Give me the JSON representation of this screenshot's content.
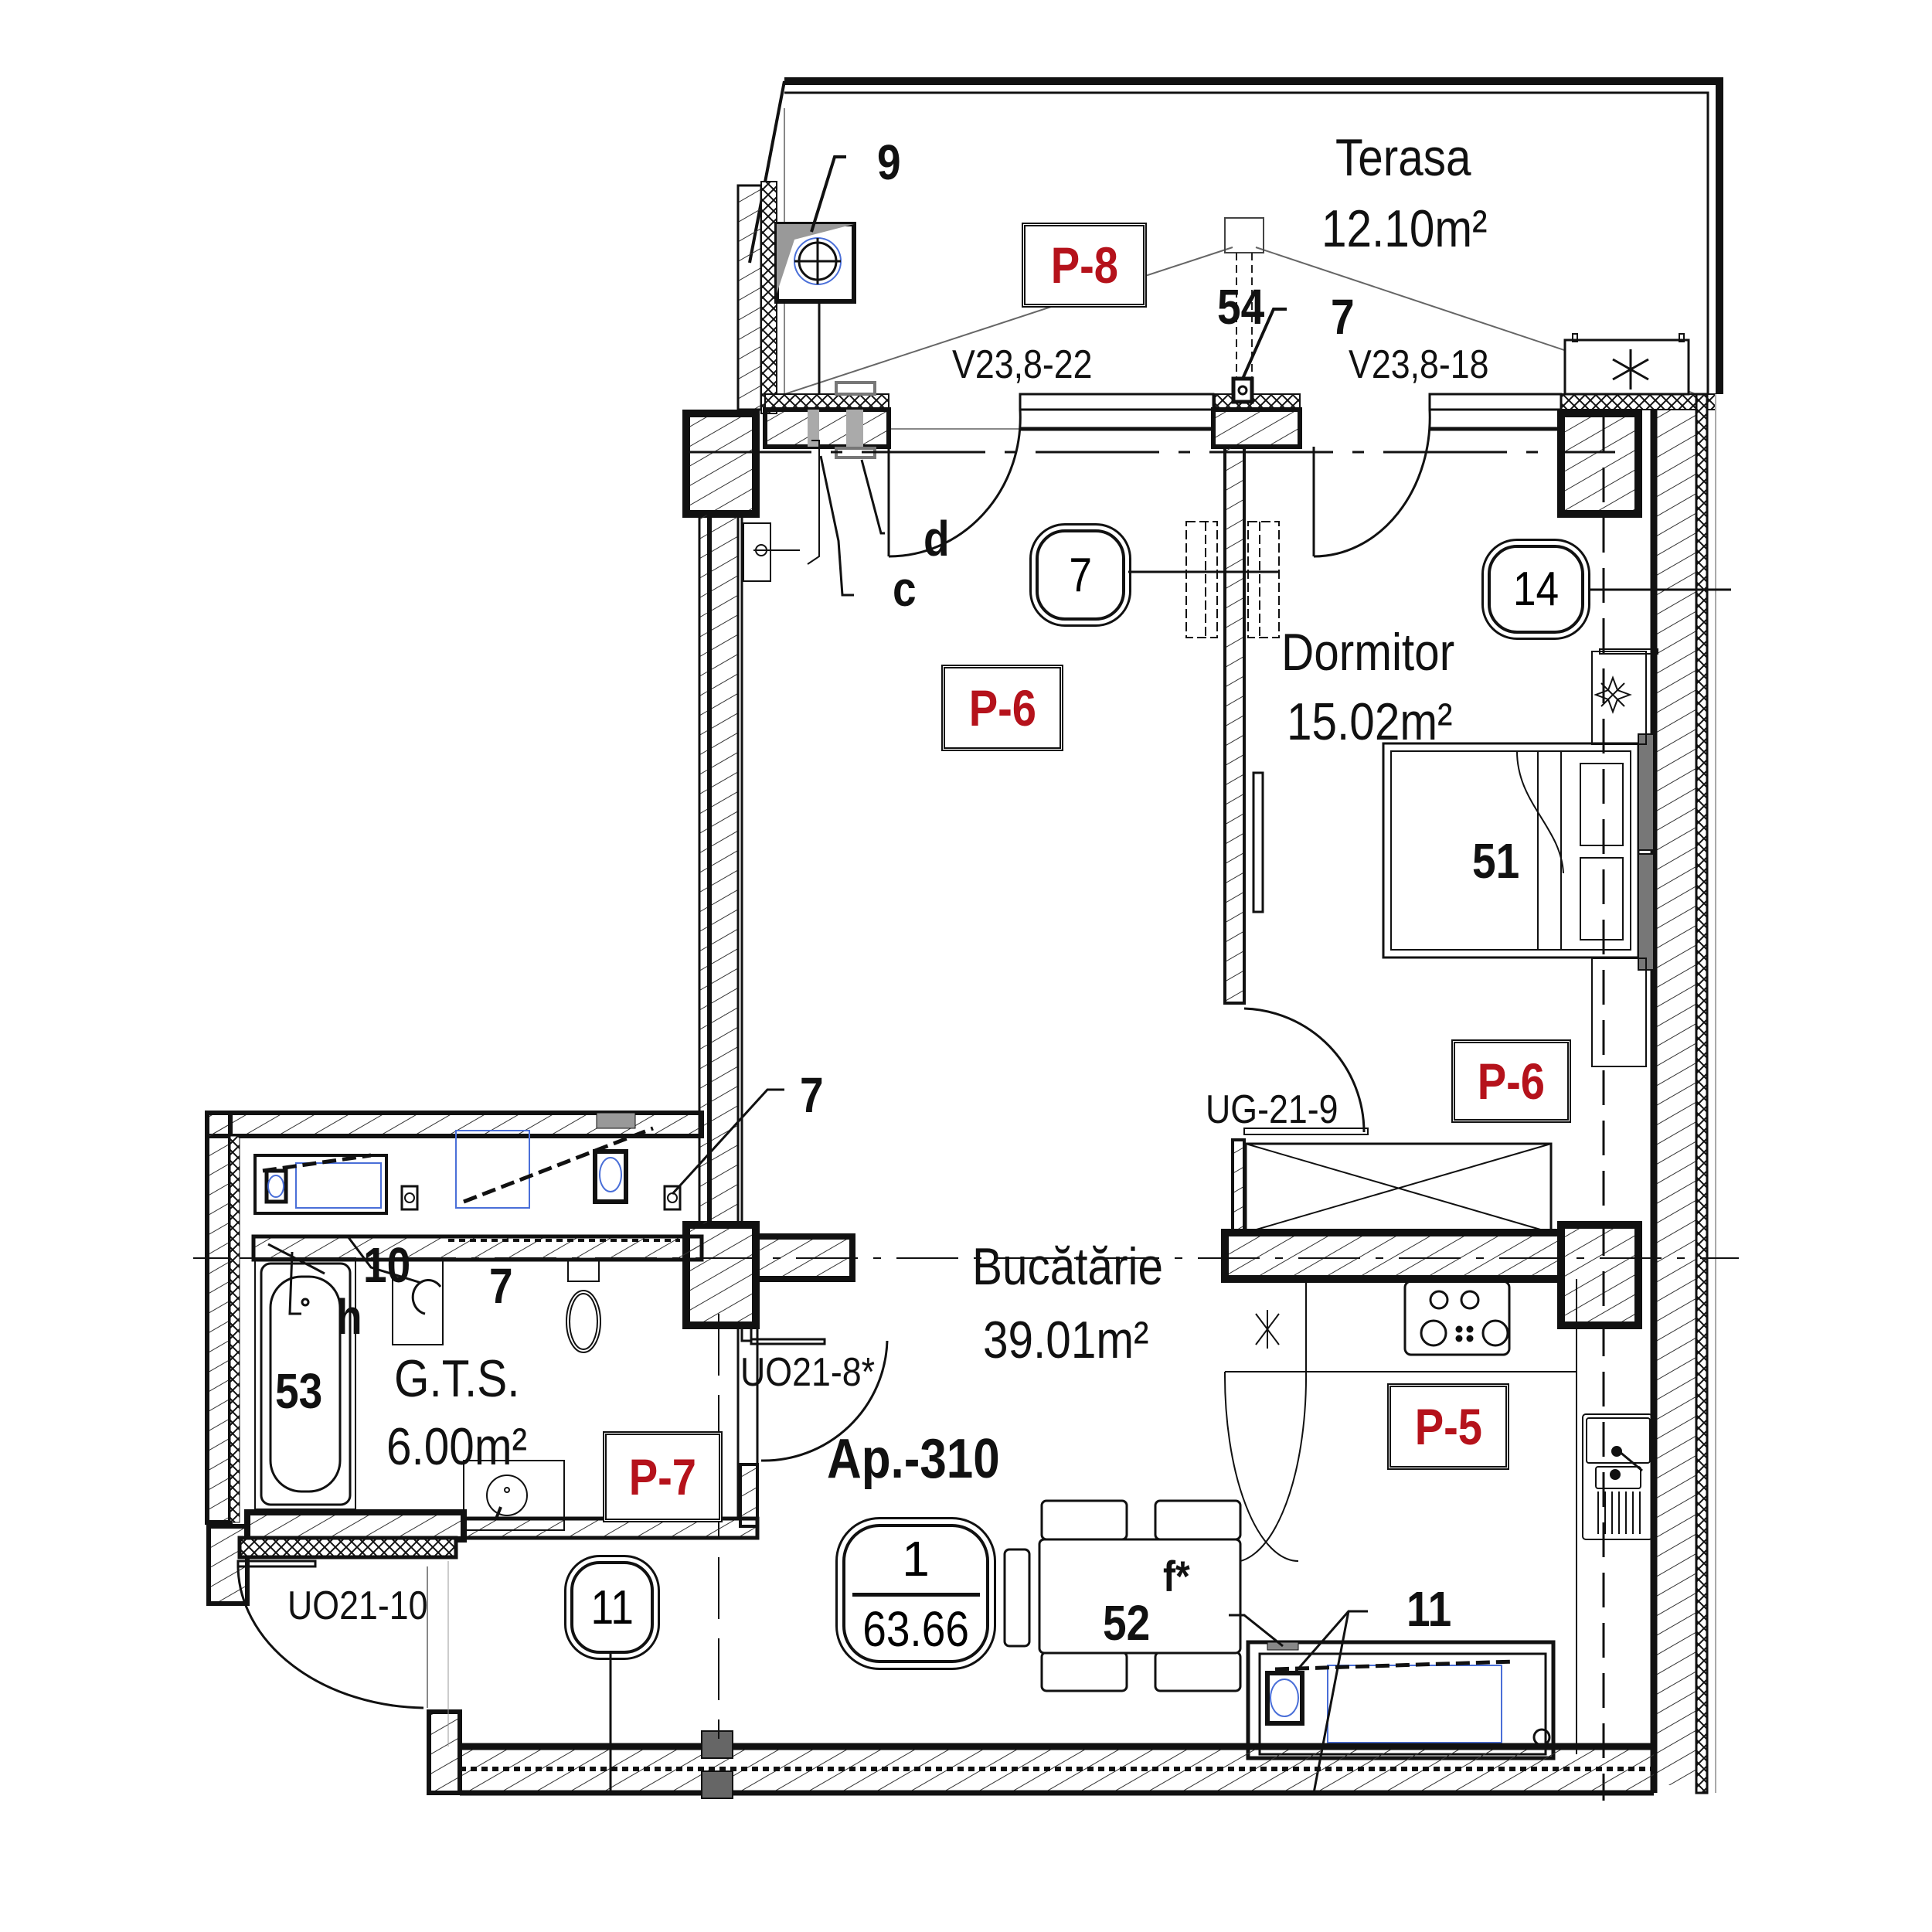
{
  "theme": {
    "red": "#b5121b",
    "ink": "#111111",
    "hatch": "#333333",
    "blue": "#4a6fd8"
  },
  "apartment": {
    "label": "Ap.-310",
    "rooms_count": "1",
    "total_area": "63.66"
  },
  "rooms": [
    {
      "id": "terasa",
      "name": "Terasa",
      "area": "12.10m²",
      "tag": "P-8"
    },
    {
      "id": "dormitor",
      "name": "Dormitor",
      "area": "15.02m²",
      "tag": "P-6"
    },
    {
      "id": "bucatarie",
      "name": "Bucătărie",
      "area": "39.01m²",
      "tag": "P-5"
    },
    {
      "id": "gts",
      "name": "G.T.S.",
      "area": "6.00m²",
      "tag": "P-7"
    }
  ],
  "floor_tags": [
    {
      "id": "p8",
      "label": "P-8"
    },
    {
      "id": "p6-living",
      "label": "P-6"
    },
    {
      "id": "p6-bedroom",
      "label": "P-6"
    },
    {
      "id": "p5",
      "label": "P-5"
    },
    {
      "id": "p7",
      "label": "P-7"
    }
  ],
  "window_codes": [
    {
      "id": "win-left",
      "label": "V23,8-22"
    },
    {
      "id": "win-right",
      "label": "V23,8-18"
    }
  ],
  "door_codes": [
    {
      "id": "door-bedroom",
      "label": "UG-21-9"
    },
    {
      "id": "door-bath",
      "label": "UO21-8*"
    },
    {
      "id": "door-entry",
      "label": "UO21-10"
    }
  ],
  "callouts": [
    {
      "id": "c9",
      "label": "9"
    },
    {
      "id": "c54",
      "label": "54"
    },
    {
      "id": "c7-terrace",
      "label": "7"
    },
    {
      "id": "cc",
      "label": "c"
    },
    {
      "id": "cd",
      "label": "d"
    },
    {
      "id": "c51",
      "label": "51"
    },
    {
      "id": "c7-riser",
      "label": "7"
    },
    {
      "id": "c10",
      "label": "10"
    },
    {
      "id": "c7-bath",
      "label": "7"
    },
    {
      "id": "ch",
      "label": "h"
    },
    {
      "id": "c53",
      "label": "53"
    },
    {
      "id": "c52",
      "label": "52"
    },
    {
      "id": "cf",
      "label": "f*"
    },
    {
      "id": "c11",
      "label": "11"
    }
  ],
  "section_bubbles": [
    {
      "id": "b7",
      "label": "7"
    },
    {
      "id": "b14",
      "label": "14"
    },
    {
      "id": "b11",
      "label": "11"
    }
  ],
  "symbols": [
    "air-conditioner-icon",
    "plant-icon",
    "stove-icon",
    "sink-icon",
    "toilet-icon",
    "bathtub-icon",
    "washbasin-icon",
    "boiler-icon",
    "bed-icon",
    "dining-table-icon",
    "fridge-icon"
  ]
}
